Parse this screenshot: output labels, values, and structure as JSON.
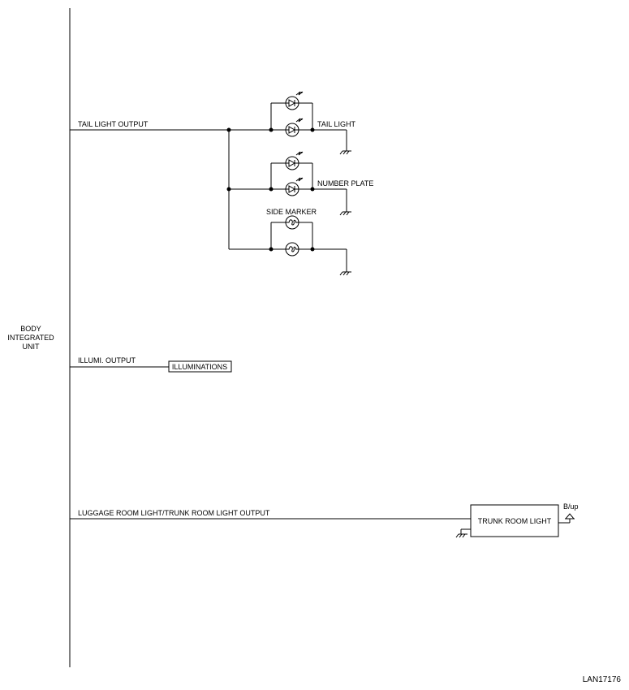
{
  "unit": {
    "label_line1": "BODY",
    "label_line2": "INTEGRATED",
    "label_line3": "UNIT"
  },
  "outputs": {
    "tail": "TAIL LIGHT OUTPUT",
    "illumi": "ILLUMI. OUTPUT",
    "luggage": "LUGGAGE ROOM LIGHT/TRUNK ROOM LIGHT OUTPUT"
  },
  "components": {
    "tail_light": "TAIL LIGHT",
    "number_plate": "NUMBER PLATE",
    "side_marker": "SIDE MARKER",
    "illuminations": "ILLUMINATIONS",
    "trunk_room_light": "TRUNK ROOM LIGHT",
    "backup": "B/up"
  },
  "figure_id": "LAN17176",
  "icons": {
    "led": "led-icon",
    "bulb": "bulb-icon",
    "ground": "ground-icon",
    "fuse": "fuse-icon"
  }
}
